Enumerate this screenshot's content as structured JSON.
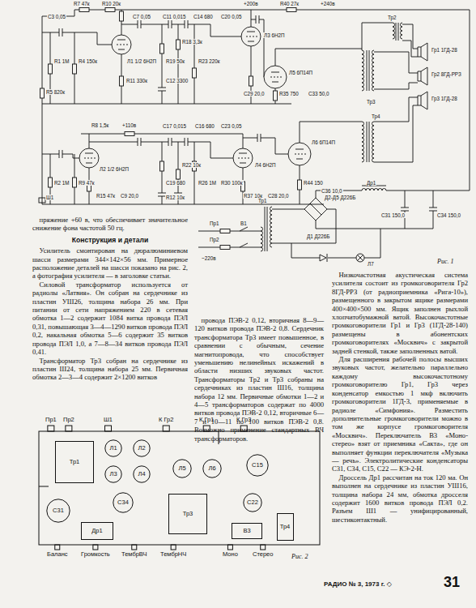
{
  "diagram": {
    "nodes": [
      {
        "text": [
          "Тр1"
        ]
      },
      {
        "text": [
          "Л1"
        ]
      },
      {
        "text": [
          "Л2"
        ]
      },
      {
        "text": [
          "Л3"
        ]
      },
      {
        "text": [
          "Л4"
        ]
      },
      {
        "text": [
          "Л5"
        ]
      },
      {
        "text": [
          "Л6"
        ]
      },
      {
        "text": [
          "С15"
        ]
      },
      {
        "text": [
          "С31"
        ]
      },
      {
        "text": [
          "С34"
        ]
      },
      {
        "text": [
          "Тр3"
        ]
      },
      {
        "text": [
          "Др1"
        ]
      },
      {
        "text": [
          "С22"
        ]
      },
      {
        "text": [
          "В3"
        ]
      },
      {
        "text": [
          "Тр4"
        ]
      }
    ],
    "labels": [
      "C3 0,05",
      "R7 47к",
      "R10 20к",
      "R5 820к",
      "R1 1М",
      "R4 150к",
      "Л1 1/2 6Н2П",
      "C7 0,05",
      "R11 330к",
      "C11 0,015",
      "C14 680",
      "R18 3,3к",
      "R19 50к",
      "R23 220к",
      "C12 3300",
      "C20 0,05",
      "+200в",
      "Л3 6Н2П",
      "R40 27к",
      "+240в",
      "Л5 6П14П",
      "R35 750",
      "C29 20,0",
      "C33 50,0",
      "Тр2",
      "Тр3",
      "Гр1 1ГД-28",
      "Гр2 8ГД-РРЗ",
      "Гр3 1ГД-28",
      "R8 1,5к",
      "+110в",
      "C17 0,015",
      "C16 680",
      "C23 0,05",
      "R2 1М",
      "Л2 1/2 6Н2П",
      "R9 47к",
      "R15 47к",
      "C9 20,0",
      "R22 10к",
      "C19 680",
      "R26 1М",
      "R12 10к",
      "Л4 6Н2П",
      "R30 100к",
      "R37 10к",
      "C28 20,0",
      "Л6 6П14П",
      "R44 150",
      "C36 10,0",
      "Тр4",
      "Ш1",
      "Пр1",
      "Пр2",
      "~220в",
      "В1",
      "Тр1",
      "Д2-Д5 Д226Б",
      "Д1 Д226Б",
      "Др1",
      "C31 150,0",
      "C34 150,0",
      "Л7",
      "Рис. 1",
      "пряжение +60 в, что обеспечивает значительное снижение фона частотой 50 гц.",
      "Конструкция и детали",
      "Усилитель смонтирован на дюралюминиевом шасси размерами 344×142×56 мм. Примерное расположение деталей на шасси показано на рис. 2, а фотография усилителя — в заголовке статьи.",
      "Силовой трансформатор используется от радиолы «Латвия». Он собран на сердечнике из пластин УШ26, толщина набора 26 мм. При питании от сети напряжением 220 в сетевая обмотка 1—2 содержит 1084 витка провода ПЭЛ 0,31, повышающая 3—4—1290 витков провода ПЭЛ 0,2, накальная обмотка 5—6 содержит 35 витков провода ПЭЛ 1,0, а 7—8—34 витков провода ПЭЛ 0,41.",
      "Трансформатор Тр3 собран на сердечнике из пластин Ш24, толщина набора 25 мм. Первичная обмотка 2—3—4 содержит 2×1200 витков",
      "провода ПЭВ-2 0,12, вторичная 8—9—120 витков провода ПЭВ-2 0,8. Сердечник трансформатора Тр3 имеет повышенное, в сравнении с обычным, сечение магнитопровода, что способствует уменьшению нелинейных искажений в области низших звуковых частот. Трансформаторы Тр2 и Тр3 собраны на сердечниках из пластин Ш16, толщина набора 12 мм. Первичные обмотки 1—2 и 4—5 трансформаторов содержат по 4000 витков провода ПЭВ-2 0,12, вторичные 6—7 и 10—11 по 100 витков ПЭВ-2 0,8. Возможно применение стандартных ВЧ трансформаторов.",
      "Низкочастотная акустическая система усилителя состоит из громкоговорителя Гр2 8ГД-РРЗ (от радиоприемника «Рига-10»), размещенного в закрытом ящике размерами 400×400×500 мм. Ящик заполнен рыхлой хлопчатобумажной ватой. Высокочастотные громкоговорители Гр1 и Гр3 (1ГД-28-140) размещены в абонентских громкоговорителях «Москвич» с закрытой задней стенкой, также заполненных ватой.",
      "Для расширения рабочей полосы высших звуковых частот, желательно параллельно каждому высокочастотному громкоговорителю Гр1, Гр3 через конденсатор емкостью 1 мкф включить громкоговорители 1ГД-3, применяемые в радиоле «Симфония». Разместить дополнительные громкоговорители можно в том же корпусе громкоговорителя «Москвич». Переключатель В3 «Моно-стерео» взят от приемника «Сакта», где он выполняет функции переключателя «Музыка — речь». Электролитические конденсаторы С31, С34, С15, С22 — КЭ-2-Н.",
      "Дроссель Др1 рассчитан на ток 120 ма. Он выполнен на сердечнике из пластин УШ16, толщина набора 24 мм, обмотка дросселя содержит 1600 витков провода ПЭЛ 0,2. Разъем Ш1 — унифицированный, шестиконтактный.",
      "Пр1",
      "Пр2",
      "Ш1",
      "К Гр2",
      "К Гр1",
      "К Гр3",
      "Баланс",
      "Громкость",
      "ТембрВЧ",
      "ТембрНЧ",
      "Моно",
      "Стерео",
      "Рис. 2",
      "РАДИО № 3, 1973 г. ◇",
      "31"
    ]
  }
}
